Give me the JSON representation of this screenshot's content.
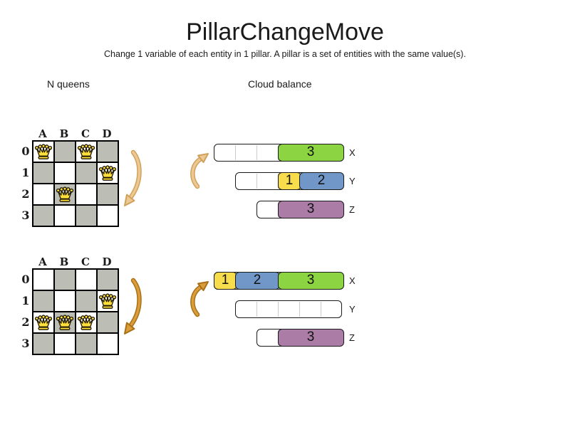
{
  "title": "PillarChangeMove",
  "subtitle": "Change 1 variable of each entity in 1 pillar. A pillar is a set of entities with the same value(s).",
  "sections": {
    "nqueens_label": "N queens",
    "cloud_label": "Cloud balance"
  },
  "board": {
    "columns": [
      "A",
      "B",
      "C",
      "D"
    ],
    "rows": [
      "0",
      "1",
      "2",
      "3"
    ]
  },
  "boards": [
    {
      "name": "nqueens-before",
      "queens": [
        {
          "row": 0,
          "col": 0
        },
        {
          "row": 0,
          "col": 2
        },
        {
          "row": 1,
          "col": 3
        },
        {
          "row": 2,
          "col": 1
        }
      ]
    },
    {
      "name": "nqueens-after",
      "queens": [
        {
          "row": 1,
          "col": 3
        },
        {
          "row": 2,
          "col": 0
        },
        {
          "row": 2,
          "col": 1
        },
        {
          "row": 2,
          "col": 2
        }
      ]
    }
  ],
  "cloud_diagrams": [
    {
      "name": "cloud-before",
      "rows": [
        {
          "label": "X",
          "cells": 6,
          "offset": 0,
          "blocks": [
            {
              "value": "3",
              "color": "green",
              "start": 3,
              "span": 3
            }
          ]
        },
        {
          "label": "Y",
          "cells": 5,
          "offset": 1,
          "blocks": [
            {
              "value": "1",
              "color": "yellow",
              "start": 2,
              "span": 1
            },
            {
              "value": "2",
              "color": "blue",
              "start": 3,
              "span": 2
            }
          ]
        },
        {
          "label": "Z",
          "cells": 4,
          "offset": 2,
          "blocks": [
            {
              "value": "3",
              "color": "purple",
              "start": 1,
              "span": 3
            }
          ]
        }
      ]
    },
    {
      "name": "cloud-after",
      "rows": [
        {
          "label": "X",
          "cells": 6,
          "offset": 0,
          "blocks": [
            {
              "value": "1",
              "color": "yellow",
              "start": 0,
              "span": 1
            },
            {
              "value": "2",
              "color": "blue",
              "start": 1,
              "span": 2
            },
            {
              "value": "3",
              "color": "green",
              "start": 3,
              "span": 3
            }
          ]
        },
        {
          "label": "Y",
          "cells": 5,
          "offset": 1,
          "blocks": []
        },
        {
          "label": "Z",
          "cells": 4,
          "offset": 2,
          "blocks": [
            {
              "value": "3",
              "color": "purple",
              "start": 1,
              "span": 3
            }
          ]
        }
      ]
    }
  ],
  "colors": {
    "green": "#8cd442",
    "yellow": "#f7dd4b",
    "blue": "#7097c8",
    "purple": "#aa7ca6",
    "board_gray": "#bcbeb6",
    "queen_gold": "#ffdf3a",
    "arrow_light_fill": "#edc893",
    "arrow_light_stroke": "#d0a15b",
    "arrow_dark_fill": "#db9c3b",
    "arrow_dark_stroke": "#a87117"
  }
}
